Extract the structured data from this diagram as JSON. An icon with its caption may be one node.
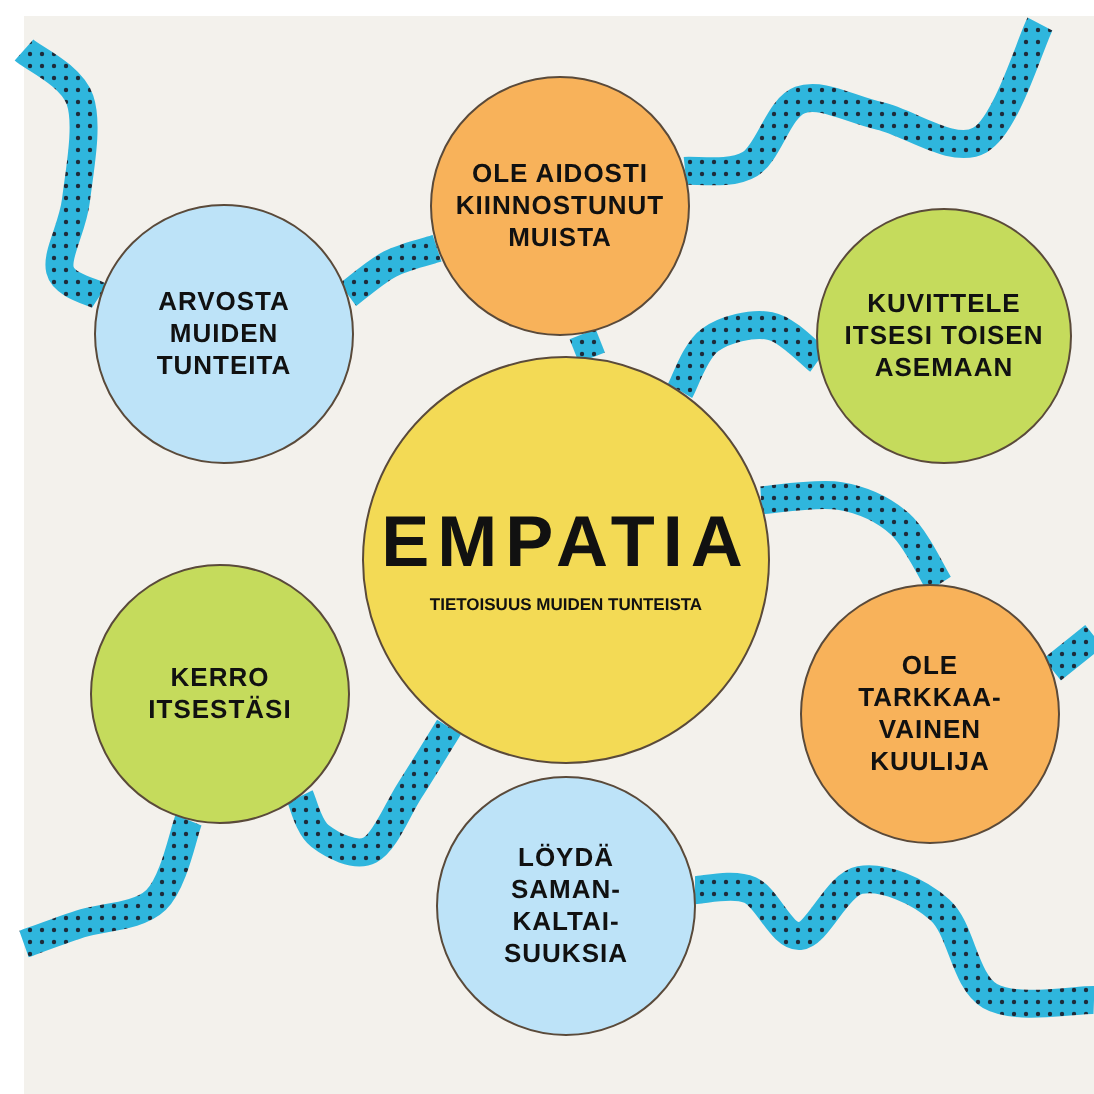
{
  "diagram": {
    "nodes": [
      {
        "text": [
          "OLE AIDOSTI KIINNOSTUNUT MUISTA"
        ]
      },
      {
        "text": [
          "ARVOSTA MUIDEN TUNTEITA"
        ]
      },
      {
        "text": [
          "KUVITTELE ITSESI TOISEN ASEMAAN"
        ]
      },
      {
        "text": [
          "EMPATIA",
          "TIETOISUUS MUIDEN TUNTEISTA"
        ]
      },
      {
        "text": [
          "KERRO ITSESTÄSI"
        ]
      },
      {
        "text": [
          "OLE TARKKAA- VAINEN KUULIJA"
        ]
      },
      {
        "text": [
          "LÖYDÄ SAMAN- KALTAI- SUUKSIA"
        ]
      }
    ],
    "edges": [
      {
        "from": null,
        "to": 1,
        "arrow": "none"
      },
      {
        "from": 1,
        "to": 0,
        "arrow": "none"
      },
      {
        "from": 0,
        "to": null,
        "arrow": "none"
      },
      {
        "from": 0,
        "to": 3,
        "arrow": "none"
      },
      {
        "from": 3,
        "to": 2,
        "arrow": "none"
      },
      {
        "from": 3,
        "to": 5,
        "arrow": "none"
      },
      {
        "from": 5,
        "to": null,
        "arrow": "none"
      },
      {
        "from": 3,
        "to": 4,
        "arrow": "none"
      },
      {
        "from": 4,
        "to": null,
        "arrow": "none"
      },
      {
        "from": 6,
        "to": null,
        "arrow": "none"
      }
    ]
  }
}
